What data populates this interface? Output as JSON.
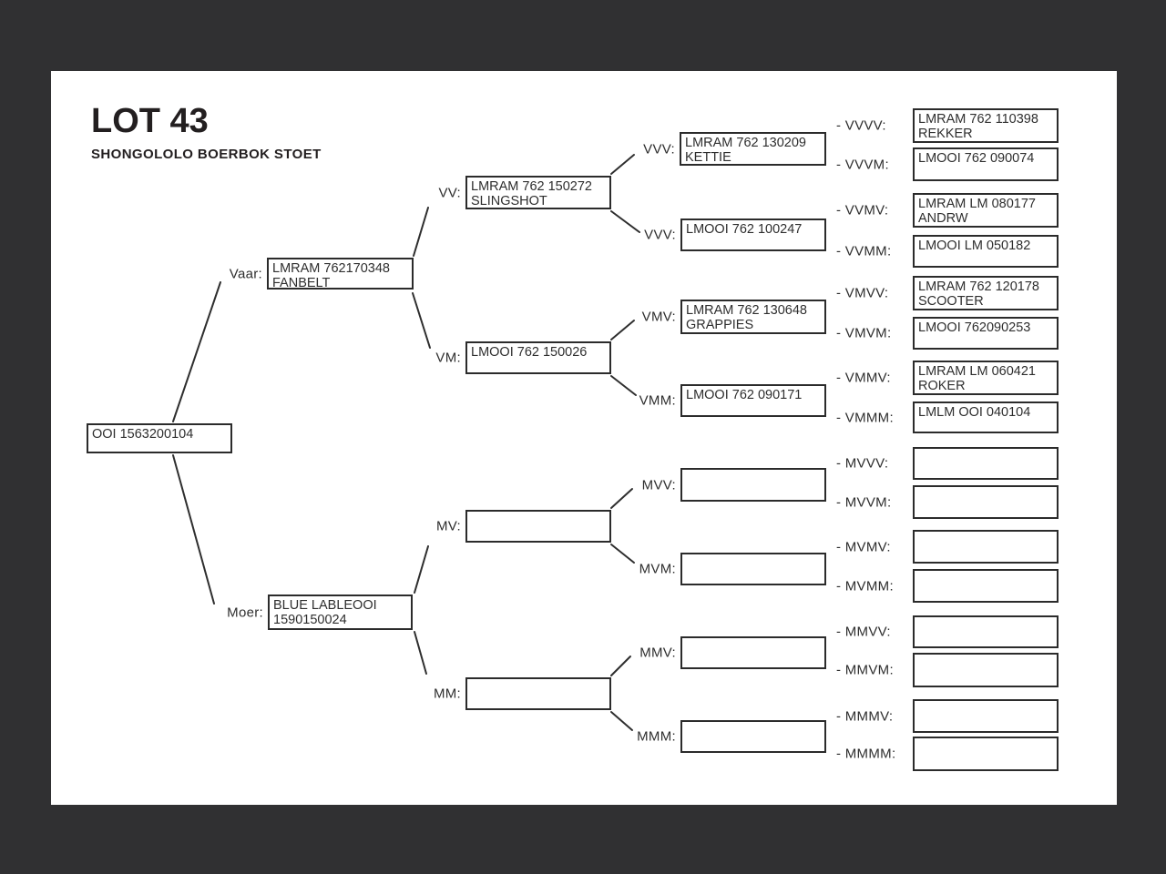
{
  "page": {
    "title": "LOT 43",
    "subtitle": "SHONGOLOLO BOERBOK STOET"
  },
  "colors": {
    "background": "#303032",
    "page": "#ffffff",
    "line": "#2e2e2e",
    "text": "#2b2b2b"
  },
  "nodes": {
    "root": {
      "label": "",
      "line1": "OOI 1563200104",
      "line2": ""
    },
    "vaar": {
      "label": "Vaar:",
      "line1": "LMRAM 762170348",
      "line2": "FANBELT"
    },
    "moer": {
      "label": "Moer:",
      "line1": "BLUE LABLEOOI",
      "line2": "1590150024"
    },
    "vv": {
      "label": "VV:",
      "line1": "LMRAM 762 150272",
      "line2": "SLINGSHOT"
    },
    "vm": {
      "label": "VM:",
      "line1": "LMOOI 762 150026",
      "line2": ""
    },
    "mv": {
      "label": "MV:",
      "line1": "",
      "line2": ""
    },
    "mm": {
      "label": "MM:",
      "line1": "",
      "line2": ""
    },
    "vvv": {
      "label": "VVV:",
      "line1": "LMRAM 762 130209",
      "line2": "KETTIE"
    },
    "vvm": {
      "label": "VVV:",
      "line1": "LMOOI 762 100247",
      "line2": ""
    },
    "vmv": {
      "label": "VMV:",
      "line1": "LMRAM 762 130648",
      "line2": "GRAPPIES"
    },
    "vmm": {
      "label": "VMM:",
      "line1": "LMOOI 762 090171",
      "line2": ""
    },
    "mvv": {
      "label": "MVV:",
      "line1": "",
      "line2": ""
    },
    "mvm": {
      "label": "MVM:",
      "line1": "",
      "line2": ""
    },
    "mmv": {
      "label": "MMV:",
      "line1": "",
      "line2": ""
    },
    "mmm": {
      "label": "MMM:",
      "line1": "",
      "line2": ""
    },
    "vvvv": {
      "label": "- VVVV:",
      "line1": "LMRAM 762 110398",
      "line2": "REKKER"
    },
    "vvvm": {
      "label": "- VVVM:",
      "line1": "LMOOI 762 090074",
      "line2": ""
    },
    "vvmv": {
      "label": "- VVMV:",
      "line1": "LMRAM LM 080177",
      "line2": "ANDRW"
    },
    "vvmm": {
      "label": "- VVMM:",
      "line1": "LMOOI LM 050182",
      "line2": ""
    },
    "vmvv": {
      "label": "- VMVV:",
      "line1": "LMRAM 762 120178",
      "line2": "SCOOTER"
    },
    "vmvm": {
      "label": "- VMVM:",
      "line1": "LMOOI 762090253",
      "line2": ""
    },
    "vmmv": {
      "label": "- VMMV:",
      "line1": "LMRAM LM 060421",
      "line2": "ROKER"
    },
    "vmmm": {
      "label": "- VMMM:",
      "line1": "LMLM OOI 040104",
      "line2": ""
    },
    "mvvv": {
      "label": "- MVVV:",
      "line1": "",
      "line2": ""
    },
    "mvvm": {
      "label": "- MVVM:",
      "line1": "",
      "line2": ""
    },
    "mvmv": {
      "label": "- MVMV:",
      "line1": "",
      "line2": ""
    },
    "mvmm": {
      "label": "- MVMM:",
      "line1": "",
      "line2": ""
    },
    "mmvv": {
      "label": "- MMVV:",
      "line1": "",
      "line2": ""
    },
    "mmvm": {
      "label": "- MMVM:",
      "line1": "",
      "line2": ""
    },
    "mmmv": {
      "label": "- MMMV:",
      "line1": "",
      "line2": ""
    },
    "mmmm": {
      "label": "- MMMM:",
      "line1": "",
      "line2": ""
    }
  }
}
